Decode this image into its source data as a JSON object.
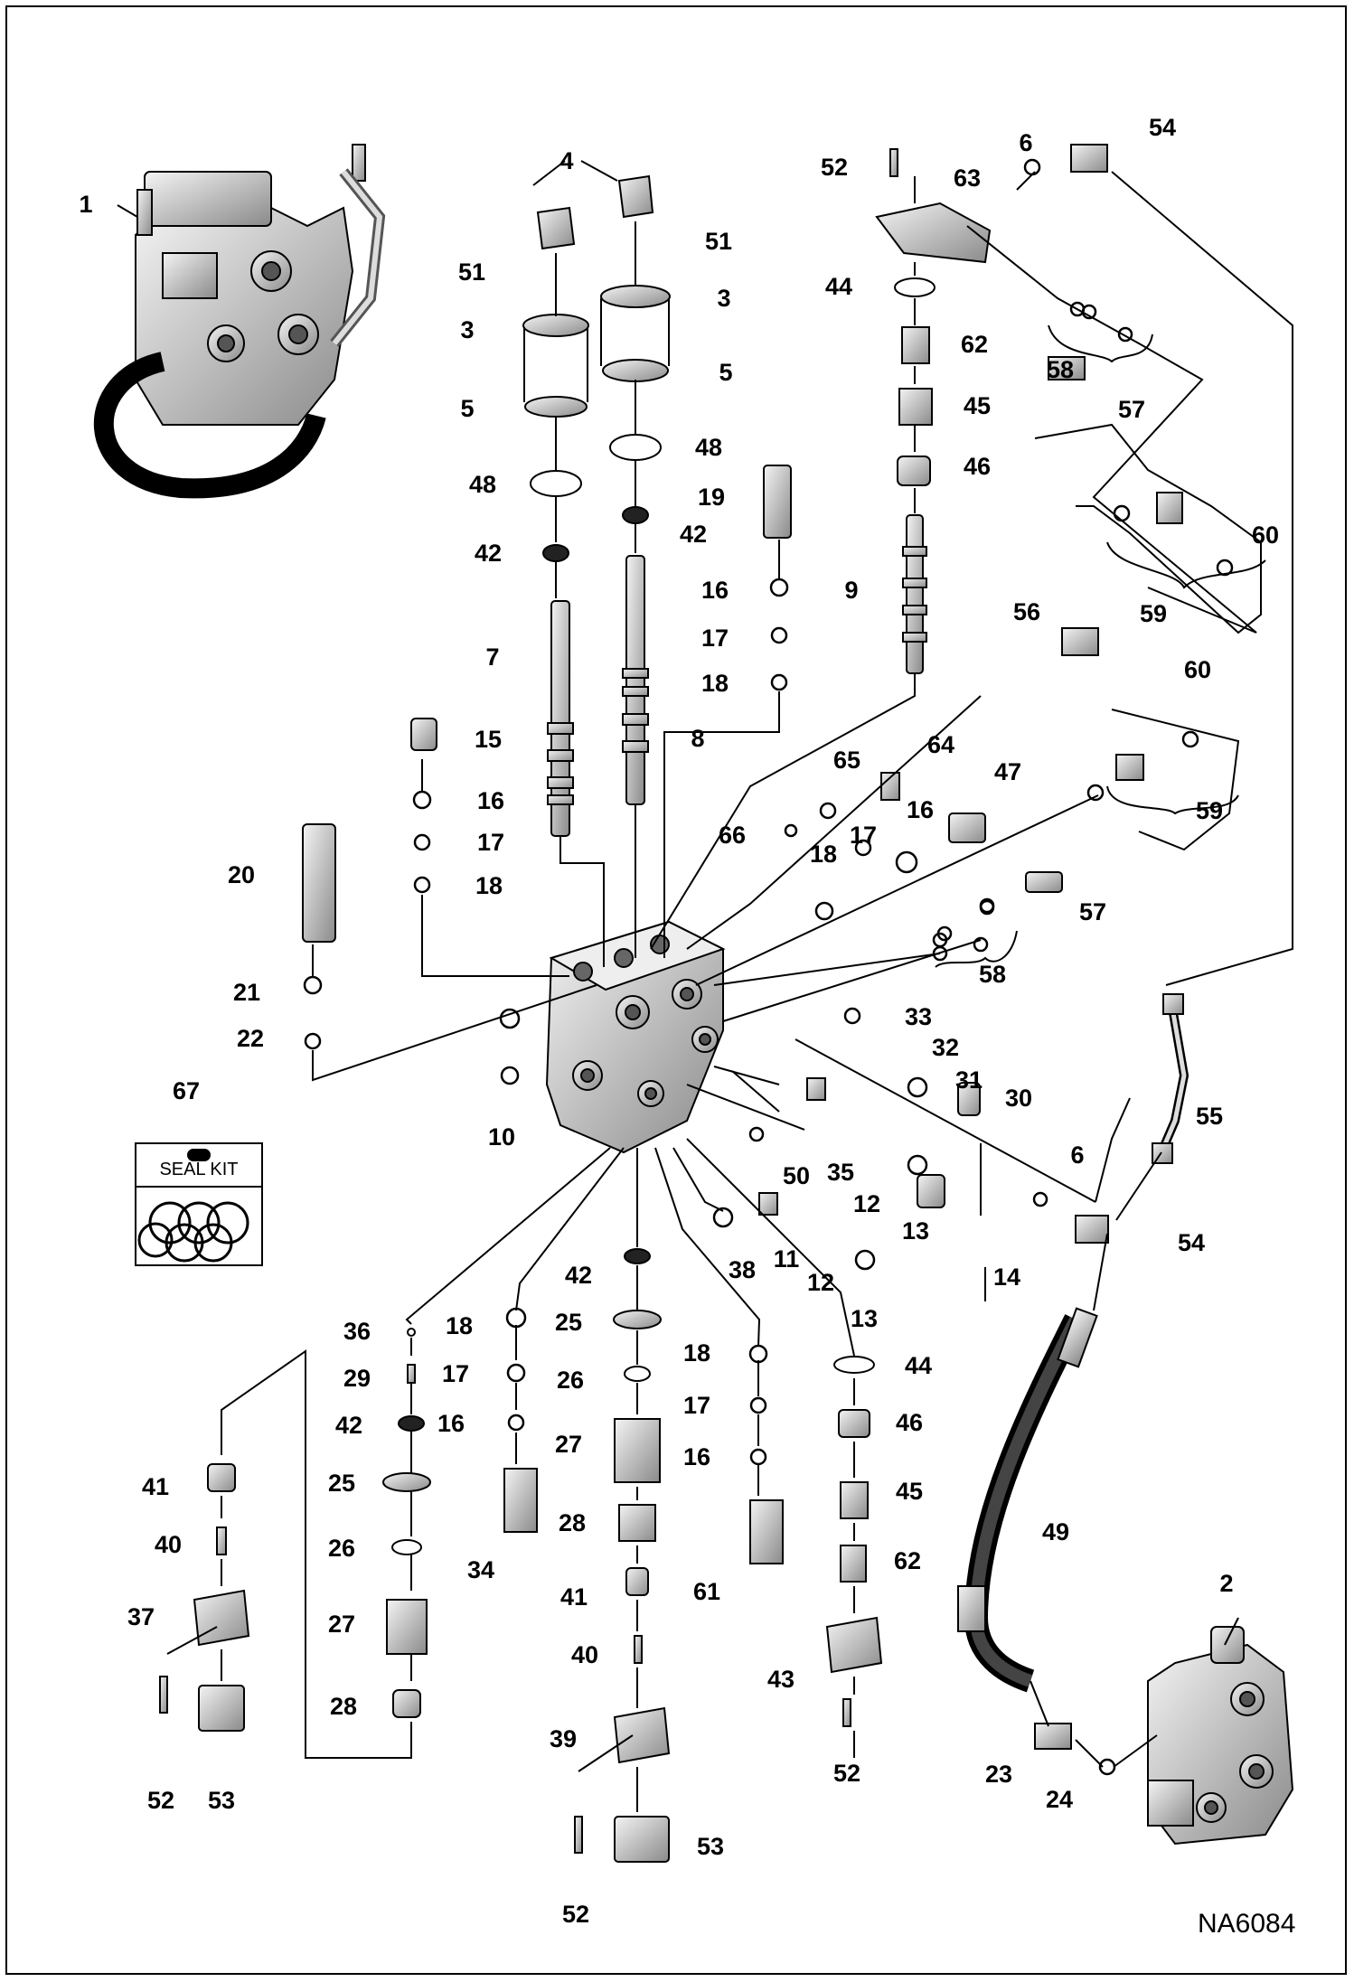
{
  "drawing_code": "NA6084",
  "seal_kit": {
    "title": "SEAL KIT"
  },
  "callouts": [
    {
      "id": "c1",
      "text": "1"
    },
    {
      "id": "c2",
      "text": "2"
    },
    {
      "id": "c3a",
      "text": "3"
    },
    {
      "id": "c3b",
      "text": "3"
    },
    {
      "id": "c4",
      "text": "4"
    },
    {
      "id": "c5a",
      "text": "5"
    },
    {
      "id": "c5b",
      "text": "5"
    },
    {
      "id": "c6a",
      "text": "6"
    },
    {
      "id": "c6b",
      "text": "6"
    },
    {
      "id": "c7",
      "text": "7"
    },
    {
      "id": "c8",
      "text": "8"
    },
    {
      "id": "c9",
      "text": "9"
    },
    {
      "id": "c10",
      "text": "10"
    },
    {
      "id": "c11",
      "text": "11"
    },
    {
      "id": "c12a",
      "text": "12"
    },
    {
      "id": "c12b",
      "text": "12"
    },
    {
      "id": "c13a",
      "text": "13"
    },
    {
      "id": "c13b",
      "text": "13"
    },
    {
      "id": "c14",
      "text": "14"
    },
    {
      "id": "c15",
      "text": "15"
    },
    {
      "id": "c16a",
      "text": "16"
    },
    {
      "id": "c16b",
      "text": "16"
    },
    {
      "id": "c16c",
      "text": "16"
    },
    {
      "id": "c16d",
      "text": "16"
    },
    {
      "id": "c16e",
      "text": "16"
    },
    {
      "id": "c17a",
      "text": "17"
    },
    {
      "id": "c17b",
      "text": "17"
    },
    {
      "id": "c17c",
      "text": "17"
    },
    {
      "id": "c17d",
      "text": "17"
    },
    {
      "id": "c17e",
      "text": "17"
    },
    {
      "id": "c18a",
      "text": "18"
    },
    {
      "id": "c18b",
      "text": "18"
    },
    {
      "id": "c18c",
      "text": "18"
    },
    {
      "id": "c18d",
      "text": "18"
    },
    {
      "id": "c18e",
      "text": "18"
    },
    {
      "id": "c19",
      "text": "19"
    },
    {
      "id": "c20",
      "text": "20"
    },
    {
      "id": "c21",
      "text": "21"
    },
    {
      "id": "c22",
      "text": "22"
    },
    {
      "id": "c23",
      "text": "23"
    },
    {
      "id": "c24",
      "text": "24"
    },
    {
      "id": "c25a",
      "text": "25"
    },
    {
      "id": "c25b",
      "text": "25"
    },
    {
      "id": "c26a",
      "text": "26"
    },
    {
      "id": "c26b",
      "text": "26"
    },
    {
      "id": "c27a",
      "text": "27"
    },
    {
      "id": "c27b",
      "text": "27"
    },
    {
      "id": "c28a",
      "text": "28"
    },
    {
      "id": "c28b",
      "text": "28"
    },
    {
      "id": "c29",
      "text": "29"
    },
    {
      "id": "c30",
      "text": "30"
    },
    {
      "id": "c31",
      "text": "31"
    },
    {
      "id": "c32",
      "text": "32"
    },
    {
      "id": "c33",
      "text": "33"
    },
    {
      "id": "c34",
      "text": "34"
    },
    {
      "id": "c35",
      "text": "35"
    },
    {
      "id": "c36",
      "text": "36"
    },
    {
      "id": "c37",
      "text": "37"
    },
    {
      "id": "c38",
      "text": "38"
    },
    {
      "id": "c39",
      "text": "39"
    },
    {
      "id": "c40a",
      "text": "40"
    },
    {
      "id": "c40b",
      "text": "40"
    },
    {
      "id": "c41a",
      "text": "41"
    },
    {
      "id": "c41b",
      "text": "41"
    },
    {
      "id": "c42a",
      "text": "42"
    },
    {
      "id": "c42b",
      "text": "42"
    },
    {
      "id": "c42c",
      "text": "42"
    },
    {
      "id": "c42d",
      "text": "42"
    },
    {
      "id": "c43",
      "text": "43"
    },
    {
      "id": "c44a",
      "text": "44"
    },
    {
      "id": "c44b",
      "text": "44"
    },
    {
      "id": "c45a",
      "text": "45"
    },
    {
      "id": "c45b",
      "text": "45"
    },
    {
      "id": "c46a",
      "text": "46"
    },
    {
      "id": "c46b",
      "text": "46"
    },
    {
      "id": "c47",
      "text": "47"
    },
    {
      "id": "c48a",
      "text": "48"
    },
    {
      "id": "c48b",
      "text": "48"
    },
    {
      "id": "c49",
      "text": "49"
    },
    {
      "id": "c50",
      "text": "50"
    },
    {
      "id": "c51a",
      "text": "51"
    },
    {
      "id": "c51b",
      "text": "51"
    },
    {
      "id": "c52a",
      "text": "52"
    },
    {
      "id": "c52b",
      "text": "52"
    },
    {
      "id": "c52c",
      "text": "52"
    },
    {
      "id": "c52d",
      "text": "52"
    },
    {
      "id": "c53a",
      "text": "53"
    },
    {
      "id": "c53b",
      "text": "53"
    },
    {
      "id": "c54a",
      "text": "54"
    },
    {
      "id": "c54b",
      "text": "54"
    },
    {
      "id": "c55",
      "text": "55"
    },
    {
      "id": "c56",
      "text": "56"
    },
    {
      "id": "c57a",
      "text": "57"
    },
    {
      "id": "c57b",
      "text": "57"
    },
    {
      "id": "c58a",
      "text": "58"
    },
    {
      "id": "c58b",
      "text": "58"
    },
    {
      "id": "c59a",
      "text": "59"
    },
    {
      "id": "c59b",
      "text": "59"
    },
    {
      "id": "c60a",
      "text": "60"
    },
    {
      "id": "c60b",
      "text": "60"
    },
    {
      "id": "c61",
      "text": "61"
    },
    {
      "id": "c62a",
      "text": "62"
    },
    {
      "id": "c62b",
      "text": "62"
    },
    {
      "id": "c63",
      "text": "63"
    },
    {
      "id": "c64",
      "text": "64"
    },
    {
      "id": "c65",
      "text": "65"
    },
    {
      "id": "c66",
      "text": "66"
    },
    {
      "id": "c67",
      "text": "67"
    }
  ]
}
